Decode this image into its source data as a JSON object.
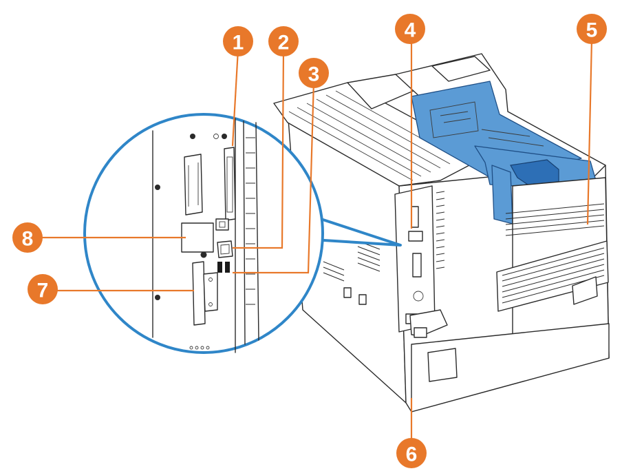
{
  "diagram": {
    "accent_color": "#e8782a",
    "zoom_ring_color": "#2f86c8",
    "tray_color": "#5b9bd5",
    "callouts": [
      {
        "id": "1",
        "label": "1"
      },
      {
        "id": "2",
        "label": "2"
      },
      {
        "id": "3",
        "label": "3"
      },
      {
        "id": "4",
        "label": "4"
      },
      {
        "id": "5",
        "label": "5"
      },
      {
        "id": "6",
        "label": "6"
      },
      {
        "id": "7",
        "label": "7"
      },
      {
        "id": "8",
        "label": "8"
      }
    ]
  }
}
